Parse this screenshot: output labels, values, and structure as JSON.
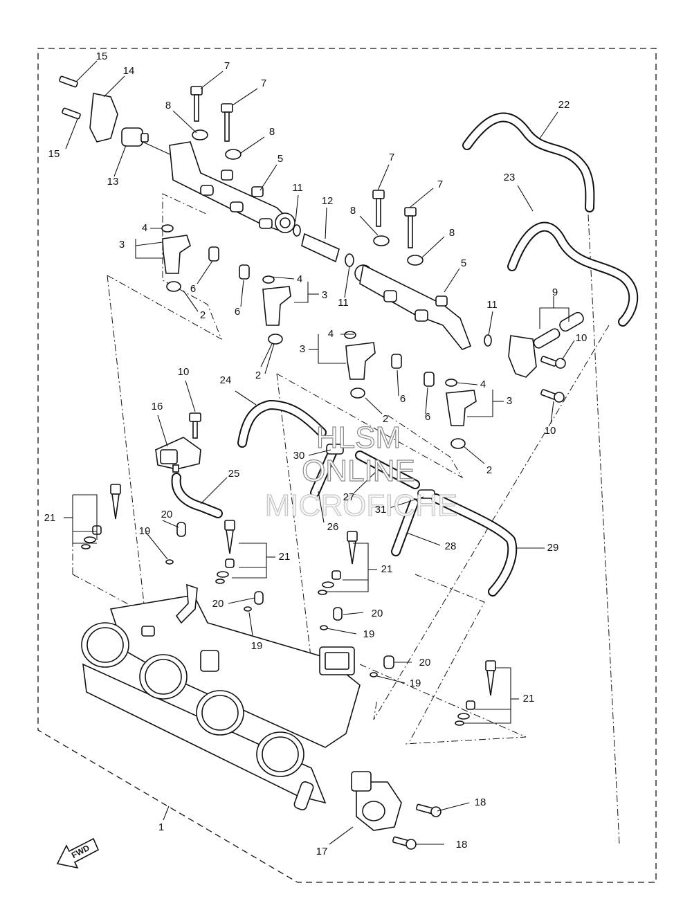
{
  "watermark": {
    "line1": "HLSM",
    "line2": "ONLINE",
    "line3": "MICROFICHE"
  },
  "direction_badge": "FWD",
  "callouts": [
    {
      "id": "c15a",
      "text": "15"
    },
    {
      "id": "c14",
      "text": "14"
    },
    {
      "id": "c15b",
      "text": "15"
    },
    {
      "id": "c13",
      "text": "13"
    },
    {
      "id": "c7a",
      "text": "7"
    },
    {
      "id": "c7b",
      "text": "7"
    },
    {
      "id": "c8a",
      "text": "8"
    },
    {
      "id": "c8b",
      "text": "8"
    },
    {
      "id": "c5a",
      "text": "5"
    },
    {
      "id": "c4a",
      "text": "4"
    },
    {
      "id": "c3a",
      "text": "3"
    },
    {
      "id": "c6a",
      "text": "6"
    },
    {
      "id": "c2a",
      "text": "2"
    },
    {
      "id": "c11a",
      "text": "11"
    },
    {
      "id": "c12",
      "text": "12"
    },
    {
      "id": "c4b",
      "text": "4"
    },
    {
      "id": "c3b",
      "text": "3"
    },
    {
      "id": "c6b",
      "text": "6"
    },
    {
      "id": "c2b",
      "text": "2"
    },
    {
      "id": "c22",
      "text": "22"
    },
    {
      "id": "c23",
      "text": "23"
    },
    {
      "id": "c7c",
      "text": "7"
    },
    {
      "id": "c7d",
      "text": "7"
    },
    {
      "id": "c8c",
      "text": "8"
    },
    {
      "id": "c8d",
      "text": "8"
    },
    {
      "id": "c5b",
      "text": "5"
    },
    {
      "id": "c11b",
      "text": "11"
    },
    {
      "id": "c11c",
      "text": "11"
    },
    {
      "id": "c9",
      "text": "9"
    },
    {
      "id": "c10a",
      "text": "10"
    },
    {
      "id": "c10b",
      "text": "10"
    },
    {
      "id": "c4c",
      "text": "4"
    },
    {
      "id": "c3c",
      "text": "3"
    },
    {
      "id": "c6c",
      "text": "6"
    },
    {
      "id": "c2c",
      "text": "2"
    },
    {
      "id": "c4d",
      "text": "4"
    },
    {
      "id": "c3d",
      "text": "3"
    },
    {
      "id": "c6d",
      "text": "6"
    },
    {
      "id": "c2d",
      "text": "2"
    },
    {
      "id": "c10c",
      "text": "10"
    },
    {
      "id": "c16",
      "text": "16"
    },
    {
      "id": "c24",
      "text": "24"
    },
    {
      "id": "c25",
      "text": "25"
    },
    {
      "id": "c30",
      "text": "30"
    },
    {
      "id": "c27",
      "text": "27"
    },
    {
      "id": "c31",
      "text": "31"
    },
    {
      "id": "c26",
      "text": "26"
    },
    {
      "id": "c28",
      "text": "28"
    },
    {
      "id": "c29",
      "text": "29"
    },
    {
      "id": "c21a",
      "text": "21"
    },
    {
      "id": "c20a",
      "text": "20"
    },
    {
      "id": "c19a",
      "text": "19"
    },
    {
      "id": "c21b",
      "text": "21"
    },
    {
      "id": "c21c",
      "text": "21"
    },
    {
      "id": "c20b",
      "text": "20"
    },
    {
      "id": "c19b",
      "text": "19"
    },
    {
      "id": "c20c",
      "text": "20"
    },
    {
      "id": "c19c",
      "text": "19"
    },
    {
      "id": "c20d",
      "text": "20"
    },
    {
      "id": "c19d",
      "text": "19"
    },
    {
      "id": "c21d",
      "text": "21"
    },
    {
      "id": "c18a",
      "text": "18"
    },
    {
      "id": "c18b",
      "text": "18"
    },
    {
      "id": "c17",
      "text": "17"
    },
    {
      "id": "c1",
      "text": "1"
    }
  ]
}
